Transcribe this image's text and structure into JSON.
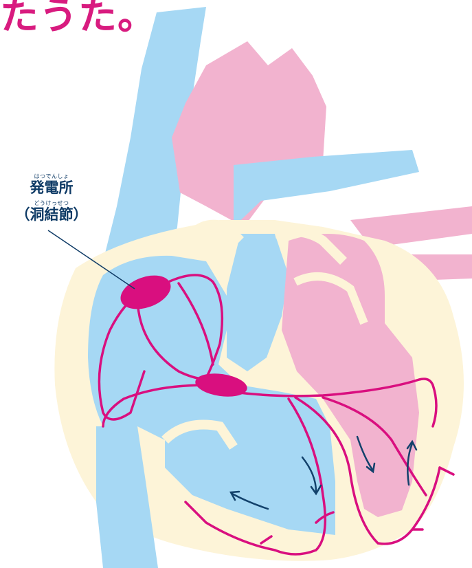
{
  "heading": "たうた。",
  "label": {
    "name_reading": "はつでんしょ",
    "name": "発電所",
    "alt_reading": "どうけっせつ",
    "alt_name": "（洞結節）"
  },
  "colors": {
    "right_side": "#a6d8f4",
    "left_side": "#f2b3cf",
    "muscle": "#fdf4d8",
    "conduction": "#d90f7f",
    "arrows": "#12416b",
    "text": "#0f3b66"
  }
}
